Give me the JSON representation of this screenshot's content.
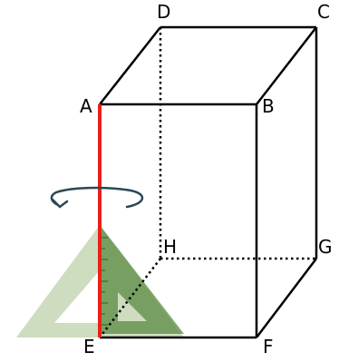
{
  "figure": {
    "vertex_labels": {
      "A": "A",
      "B": "B",
      "C": "C",
      "D": "D",
      "E": "E",
      "F": "F",
      "G": "G",
      "H": "H"
    },
    "highlighted_edge": "AE",
    "colors": {
      "edges": "#000000",
      "highlight_edge": "#e8211a",
      "rotation_arrow": "#2d4656",
      "set_square_light": "#c5d6b4",
      "set_square_dark": "#5b8b43"
    },
    "icons": [
      "rotation-arrow-icon",
      "set-square-icon"
    ]
  }
}
